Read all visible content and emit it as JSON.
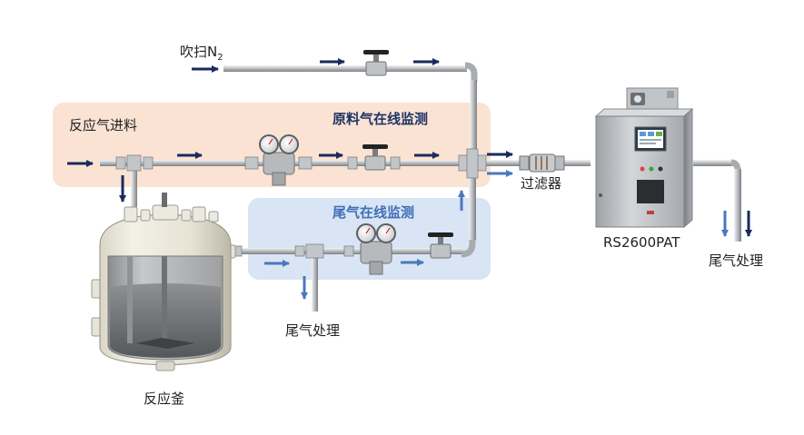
{
  "labels": {
    "purge": "吹扫N",
    "purge_sub": "2",
    "reaction_gas_inlet": "反应气进料",
    "feed_gas_monitoring": "原料气在线监测",
    "tail_gas_monitoring": "尾气在线监测",
    "filter": "过滤器",
    "analyzer": "RS2600PAT",
    "tail_gas_treatment_right": "尾气处理",
    "tail_gas_treatment_bottom": "尾气处理",
    "reactor": "反应釜"
  },
  "colors": {
    "feed_zone": "#fbe3d3",
    "tail_zone": "#d9e4f4",
    "arrow_dark": "#1a2a5c",
    "arrow_blue": "#4a78bd",
    "feed_title": "#1e3466",
    "tail_title": "#3f6fb7"
  }
}
